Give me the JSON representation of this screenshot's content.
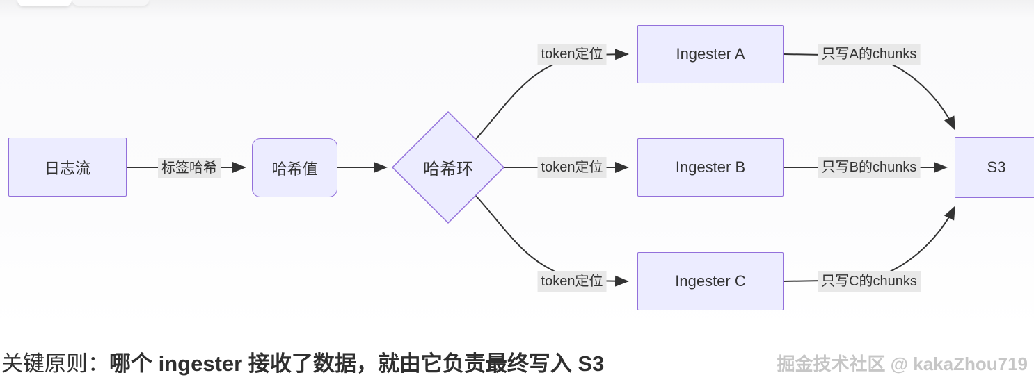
{
  "diagram": {
    "colors": {
      "node_fill": "#ECECFF",
      "node_border": "#9370DB",
      "edge_line": "#333333",
      "edge_label_bg": "#e8e8e8",
      "text": "#333333"
    },
    "nodes": {
      "log_stream": {
        "label": "日志流"
      },
      "hash_value": {
        "label": "哈希值"
      },
      "hash_ring": {
        "label": "哈希环"
      },
      "ingester_a": {
        "label": "Ingester A"
      },
      "ingester_b": {
        "label": "Ingester B"
      },
      "ingester_c": {
        "label": "Ingester C"
      },
      "s3": {
        "label": "S3"
      }
    },
    "edge_labels": {
      "label_hash": "标签哈希",
      "token_locate_a": "token定位",
      "token_locate_b": "token定位",
      "token_locate_c": "token定位",
      "write_a_chunks": "只写A的chunks",
      "write_b_chunks": "只写B的chunks",
      "write_c_chunks": "只写C的chunks"
    }
  },
  "caption": {
    "prefix": "关键原则：",
    "strong_text": "哪个 ingester 接收了数据，就由它负责最终写入 S3"
  },
  "watermark": {
    "text": "掘金技术社区 @ kakaZhou719"
  }
}
